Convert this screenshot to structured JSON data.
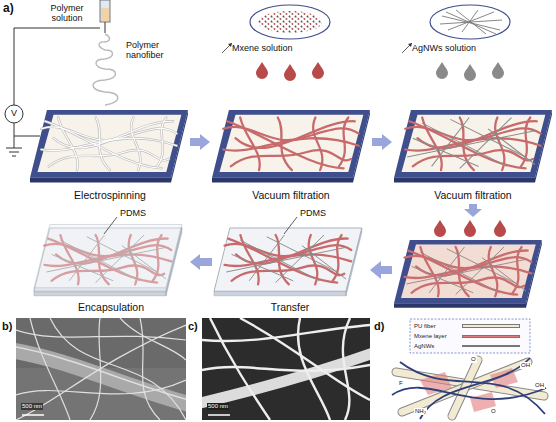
{
  "diagram": {
    "nodes": [
      {
        "text": [
          "Electrospinning"
        ]
      },
      {
        "text": [
          "Vacuum filtration"
        ]
      },
      {
        "text": [
          "Vacuum filtration"
        ]
      },
      {
        "text": [
          "Transfer"
        ]
      },
      {
        "text": [
          "Encapsulation"
        ]
      }
    ],
    "edges": [
      {
        "from": 0,
        "to": 1,
        "arrow": "to"
      },
      {
        "from": 1,
        "to": 2,
        "arrow": "to"
      },
      {
        "from": 3,
        "to": 4,
        "arrow": "to"
      }
    ],
    "labels": [
      "a)",
      "Polymer solution",
      "Polymer nanofiber",
      "V",
      "Mxene solution",
      "AgNWs solution",
      "PDMS",
      "PDMS",
      "b)",
      "500 nm",
      "c)",
      "500 nm",
      "d)",
      "O",
      "OH",
      "F",
      "NH₂",
      "O",
      "OH"
    ],
    "legend": [
      {
        "text": "PU fiber",
        "color": "#f2ead2"
      },
      {
        "text": "Mxene layer",
        "color": "#e07b7b"
      },
      {
        "text": "AgNWs",
        "color": "#2f3f7a"
      }
    ]
  }
}
